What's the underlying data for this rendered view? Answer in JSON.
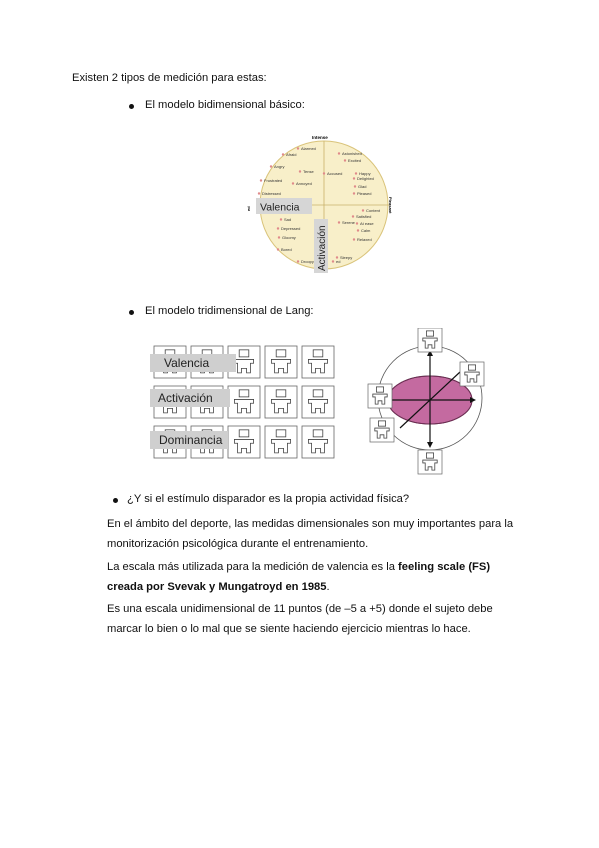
{
  "intro": "Existen 2 tipos de medición para estas:",
  "bullets": {
    "b1": "El modelo bidimensional básico:",
    "b2": "El modelo tridimensional de Lang:",
    "b3": "¿Y si el estímulo disparador es la propia actividad física?"
  },
  "circumplex": {
    "top": "Intense",
    "right": "Pleasant",
    "left": "ed",
    "valencia": "Valencia",
    "activacion": "Activación",
    "emotions": [
      "Alarmed",
      "Astonished",
      "Afraid",
      "Excited",
      "Angry",
      "Tense",
      "Happy",
      "Accused",
      "Delighted",
      "Frustrated",
      "Annoyed",
      "Glad",
      "Distressed",
      "Pleased",
      "Content",
      "Sad",
      "Satisfied",
      "Serene",
      "At ease",
      "Depressed",
      "Calm",
      "Gloomy",
      "Relaxed",
      "Bored",
      "Droopy",
      "Sleepy",
      "ed"
    ]
  },
  "lang": {
    "valencia": "Valencia",
    "activacion": "Activación",
    "dominancia": "Dominancia"
  },
  "para1": "En el ámbito del deporte, las medidas dimensionales son muy importantes para la monitorización psicológica durante el entrenamiento.",
  "para2_a": "La escala más utilizada para la medición de valencia es la ",
  "para2_b": "feeling scale (FS) creada por Svevak y Mungatroyd en 1985",
  "para2_c": ".",
  "para3": "Es una escala unidimensional de 11 puntos (de –5 a +5) donde el sujeto debe marcar lo bien o lo mal que se siente haciendo ejercicio mientras lo hace."
}
